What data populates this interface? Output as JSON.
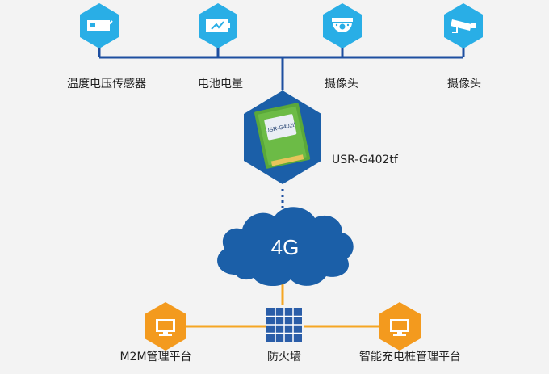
{
  "sensors": [
    {
      "label": "温度电压传感器",
      "icon": "temperature-voltage-sensor-icon"
    },
    {
      "label": "电池电量",
      "icon": "battery-level-icon"
    },
    {
      "label": "摄像头",
      "icon": "dome-camera-icon"
    },
    {
      "label": "摄像头",
      "icon": "bullet-camera-icon"
    }
  ],
  "module": {
    "label": "USR-G402tf",
    "card_text": "USR-G402tf"
  },
  "network": {
    "label": "4G"
  },
  "bottom": {
    "left": {
      "label": "M2M管理平台",
      "icon": "monitor-icon"
    },
    "firewall": {
      "label": "防火墙",
      "icon": "firewall-icon"
    },
    "right": {
      "label": "智能充电桩管理平台",
      "icon": "monitor-icon"
    }
  },
  "colors": {
    "sensor_hex": "#29aee6",
    "module_hex": "#1b5fa8",
    "cloud": "#1b5fa8",
    "platform_hex": "#f39a1e",
    "connector": "#1e4fa0",
    "orange_line": "#f5a623"
  }
}
